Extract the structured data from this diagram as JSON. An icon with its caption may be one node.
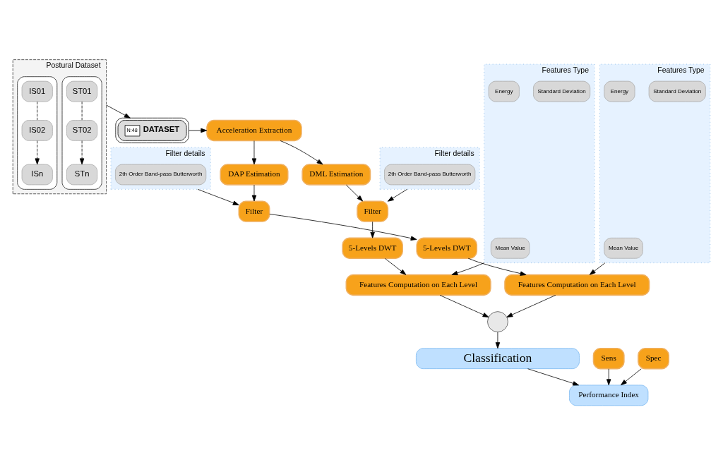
{
  "diagram": {
    "nodes": [
      {
        "text": [
          "Postural Dataset"
        ]
      },
      {
        "text": [],
        "shape": "box",
        "in": 0
      },
      {
        "text": [
          "ST01"
        ],
        "in": 1
      },
      {
        "text": [
          "ST02"
        ],
        "in": 1
      },
      {
        "text": [
          "STn"
        ],
        "in": 1
      },
      {
        "text": [],
        "shape": "box",
        "in": 0
      },
      {
        "text": [
          "IS01"
        ],
        "in": 5
      },
      {
        "text": [
          "IS02"
        ],
        "in": 5
      },
      {
        "text": [
          "ISn"
        ],
        "in": 5
      },
      {
        "text": [
          "N:48",
          "DATASET"
        ]
      },
      {
        "text": [
          "Acceleration Extraction"
        ]
      },
      {
        "text": [
          "DAP Estimation"
        ]
      },
      {
        "text": [
          "DML Estimation"
        ]
      },
      {
        "text": [
          "Filter details"
        ]
      },
      {
        "text": [
          "2th Order Band-pass Butterworth"
        ],
        "in": 13
      },
      {
        "text": [
          "Filter"
        ]
      },
      {
        "text": [
          "Filter"
        ]
      },
      {
        "text": [
          "Filter details"
        ]
      },
      {
        "text": [
          "2th Order Band-pass Butterworth"
        ],
        "in": 17
      },
      {
        "text": [
          "5-Levels DWT"
        ]
      },
      {
        "text": [
          "5-Levels DWT"
        ]
      },
      {
        "text": [
          "Features Type"
        ]
      },
      {
        "text": [
          "Mean Value"
        ],
        "in": 21
      },
      {
        "text": [
          "Standard Deviation"
        ],
        "in": 21
      },
      {
        "text": [
          "Energy"
        ],
        "in": 21
      },
      {
        "text": [
          "Features Computation on Each Level"
        ]
      },
      {
        "text": [
          "Features Computation on Each Level"
        ]
      },
      {
        "text": [
          "Features Type"
        ]
      },
      {
        "text": [
          "Mean Value"
        ],
        "in": 27
      },
      {
        "text": [
          "Standard Deviation"
        ],
        "in": 27
      },
      {
        "text": [
          "Energy"
        ],
        "in": 27
      },
      {
        "text": [],
        "shape": "circle"
      },
      {
        "text": [
          "Classification"
        ]
      },
      {
        "text": [
          "Sens"
        ]
      },
      {
        "text": [
          "Spec"
        ]
      },
      {
        "text": [
          "Performance Index"
        ]
      }
    ],
    "edges": [
      {
        "from": 0,
        "to": 9,
        "arrow": "to"
      },
      {
        "from": 2,
        "to": 3,
        "arrow": "none",
        "style": "dashed"
      },
      {
        "from": 3,
        "to": 4,
        "arrow": "to",
        "style": "dashed"
      },
      {
        "from": 6,
        "to": 7,
        "arrow": "none",
        "style": "dashed"
      },
      {
        "from": 7,
        "to": 8,
        "arrow": "to",
        "style": "dashed"
      },
      {
        "from": 9,
        "to": 10,
        "arrow": "to"
      },
      {
        "from": 10,
        "to": 11,
        "arrow": "to"
      },
      {
        "from": 10,
        "to": 12,
        "arrow": "to"
      },
      {
        "from": 11,
        "to": 15,
        "arrow": "to"
      },
      {
        "from": 12,
        "to": 16,
        "arrow": "to"
      },
      {
        "from": 13,
        "to": 15,
        "arrow": "to"
      },
      {
        "from": 17,
        "to": 16,
        "arrow": "to"
      },
      {
        "from": 15,
        "to": 19,
        "arrow": "to"
      },
      {
        "from": 16,
        "to": 20,
        "arrow": "to"
      },
      {
        "from": 19,
        "to": 25,
        "arrow": "to"
      },
      {
        "from": 20,
        "to": 26,
        "arrow": "to"
      },
      {
        "from": 21,
        "to": 25,
        "arrow": "to"
      },
      {
        "from": 27,
        "to": 26,
        "arrow": "to"
      },
      {
        "from": 25,
        "to": 31,
        "arrow": "to"
      },
      {
        "from": 26,
        "to": 31,
        "arrow": "to"
      },
      {
        "from": 31,
        "to": 32,
        "arrow": "to"
      },
      {
        "from": 32,
        "to": 35,
        "arrow": "to"
      },
      {
        "from": 33,
        "to": 35,
        "arrow": "to"
      },
      {
        "from": 34,
        "to": 35,
        "arrow": "to"
      }
    ]
  }
}
